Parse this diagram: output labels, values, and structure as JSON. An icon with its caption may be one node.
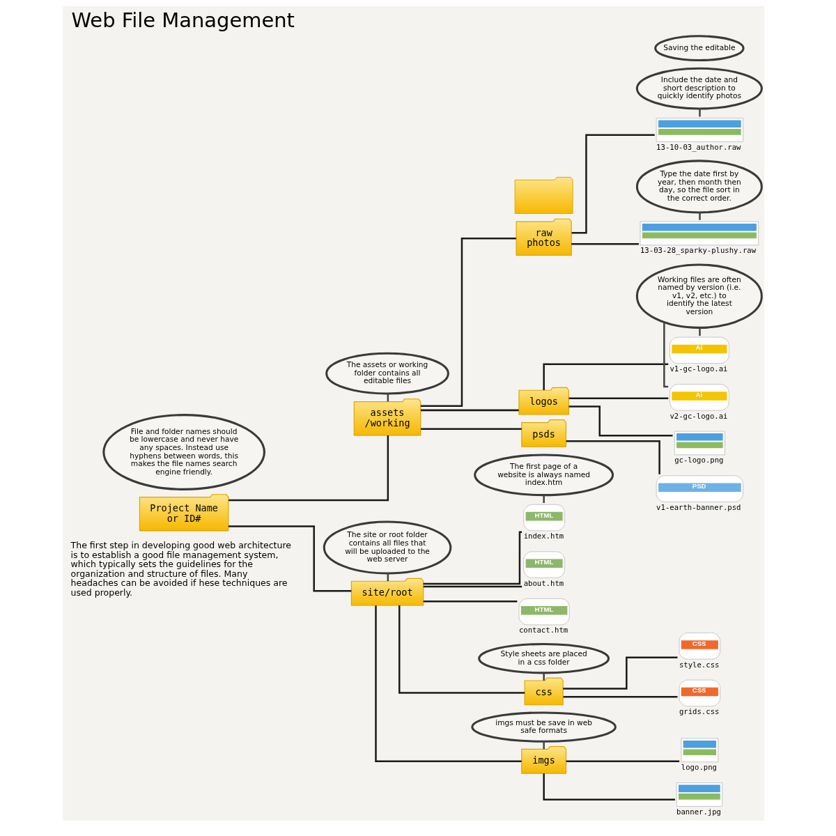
{
  "diagram": {
    "title": "Web File Management",
    "nodes": [
      {
        "text": [
          "Project Name or ID#"
        ]
      },
      {
        "text": [
          "File and folder names should be lowercase and never have any spaces. Instead use hyphens between words, this makes the file names search engine friendly."
        ]
      },
      {
        "text": [
          "assets /working"
        ]
      },
      {
        "text": [
          "site/root"
        ]
      },
      {
        "text": [
          "The site or root folder contains all files that will be uploaded to the web server"
        ]
      },
      {
        "text": [
          "The assets or working folder contains all editable files"
        ]
      },
      {
        "text": [
          "raw photos"
        ]
      },
      {
        "text": [
          "Include the date and short description to quickly identify photos"
        ]
      },
      {
        "text": [
          "13-10-03_author.raw"
        ]
      },
      {
        "text": [
          "13-03-28_sparky-plushy.raw"
        ]
      },
      {
        "text": [
          "Type the date first by year, then month then day, so the file sort in the correct order."
        ]
      },
      {
        "text": [
          "HTML",
          "index.htm"
        ]
      },
      {
        "text": [
          "The first page of a website is always named index.htm"
        ]
      },
      {
        "text": [
          "HTML",
          "about.htm"
        ]
      },
      {
        "text": [
          "HTML",
          "contact.htm"
        ]
      },
      {
        "text": [
          "Style sheets are placed in a css folder"
        ]
      },
      {
        "text": [
          "logos"
        ]
      },
      {
        "text": [
          "css"
        ]
      },
      {
        "text": [
          "Ai",
          "v1-gc-logo.ai"
        ]
      },
      {
        "text": [
          "Working files are often named by version (i.e. v1, v2, etc.) to identify the latest version"
        ]
      },
      {
        "text": [
          "CSS",
          "style.css"
        ]
      },
      {
        "text": [
          "Ai",
          "v2-gc-logo.ai"
        ]
      },
      {
        "text": [
          "CSS",
          "grids.css"
        ]
      },
      {
        "text": [
          "imgs"
        ]
      },
      {
        "text": [
          "gc-logo.png"
        ]
      },
      {
        "text": [
          "imgs must be save in web safe formats"
        ]
      },
      {
        "text": [
          "logo.png"
        ]
      },
      {
        "text": [
          "psds"
        ]
      },
      {
        "text": [
          "banner.jpg"
        ]
      },
      {
        "text": [
          "PSD",
          "v1-earth-banner.psd"
        ]
      },
      {
        "text": [
          "Saving the editable"
        ]
      },
      {
        "text": [],
        "shape": "folder"
      }
    ],
    "edges": [
      {
        "from": 0,
        "to": 2,
        "arrow": "none"
      },
      {
        "from": 0,
        "to": 3,
        "arrow": "none"
      },
      {
        "from": 2,
        "to": 6,
        "arrow": "none"
      },
      {
        "from": 6,
        "to": 8,
        "arrow": "none"
      },
      {
        "from": 6,
        "to": 9,
        "arrow": "none"
      },
      {
        "from": 2,
        "to": 16,
        "arrow": "none"
      },
      {
        "from": 16,
        "to": 18,
        "arrow": "none"
      },
      {
        "from": 16,
        "to": 21,
        "arrow": "none"
      },
      {
        "from": 16,
        "to": 24,
        "arrow": "none"
      },
      {
        "from": 2,
        "to": 27,
        "arrow": "none"
      },
      {
        "from": 27,
        "to": 29,
        "arrow": "none"
      },
      {
        "from": 3,
        "to": 11,
        "arrow": "none"
      },
      {
        "from": 3,
        "to": 13,
        "arrow": "none"
      },
      {
        "from": 3,
        "to": 14,
        "arrow": "none"
      },
      {
        "from": 3,
        "to": 17,
        "arrow": "none"
      },
      {
        "from": 17,
        "to": 20,
        "arrow": "none"
      },
      {
        "from": 17,
        "to": 22,
        "arrow": "none"
      },
      {
        "from": 3,
        "to": 23,
        "arrow": "none"
      },
      {
        "from": 23,
        "to": 26,
        "arrow": "none"
      },
      {
        "from": 23,
        "to": 28,
        "arrow": "none"
      },
      {
        "from": 4,
        "to": 3,
        "arrow": "none",
        "color": "#444444"
      },
      {
        "from": 5,
        "to": 2,
        "arrow": "none",
        "color": "#444444"
      },
      {
        "from": 7,
        "to": 8,
        "arrow": "none",
        "color": "#444444"
      },
      {
        "from": 10,
        "to": 9,
        "arrow": "none",
        "color": "#444444"
      },
      {
        "from": 12,
        "to": 11,
        "arrow": "none",
        "color": "#444444"
      },
      {
        "from": 15,
        "to": 17,
        "arrow": "none",
        "color": "#444444"
      },
      {
        "from": 19,
        "to": 18,
        "arrow": "none",
        "color": "#444444"
      },
      {
        "from": 19,
        "to": 21,
        "arrow": "none",
        "color": "#444444"
      },
      {
        "from": 25,
        "to": 23,
        "arrow": "none",
        "color": "#444444"
      }
    ],
    "labels": [
      "The first step in developing good web architecture is to establish a good file management system, which typically sets the guidelines for the organization and structure of files. Many headaches can be avoided if hese techniques are used properly."
    ]
  }
}
